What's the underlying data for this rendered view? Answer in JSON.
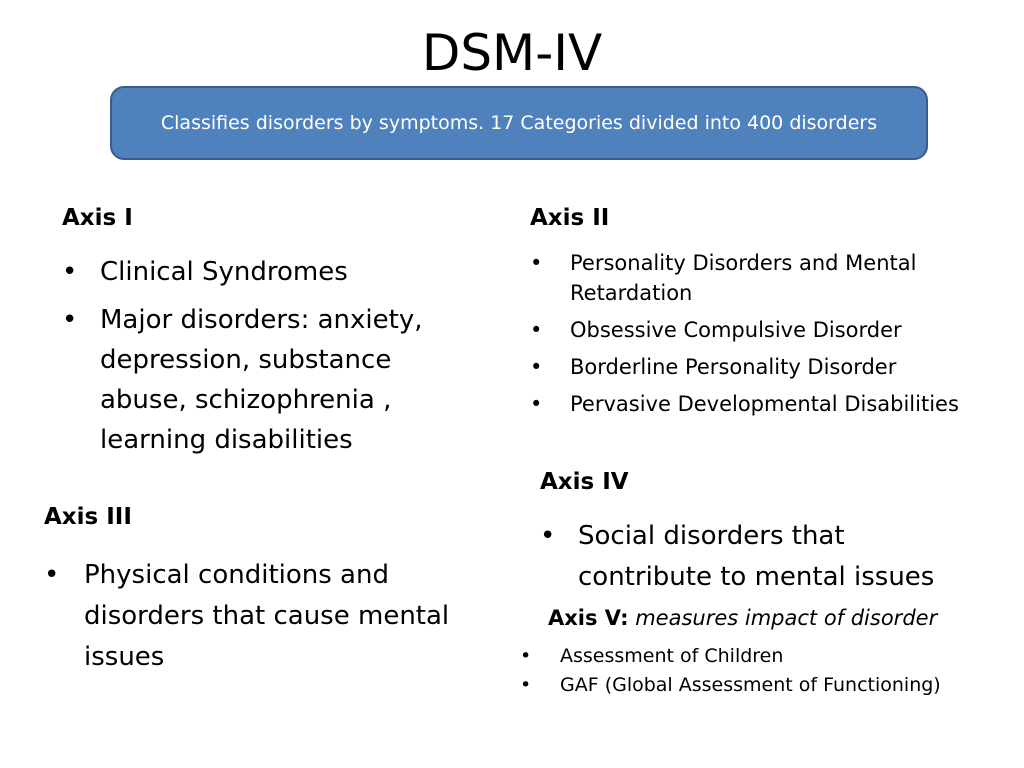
{
  "title": "DSM-IV",
  "banner": "Classifies disorders by symptoms. 17 Categories divided into 400 disorders",
  "bullet_char": "•",
  "axis1": {
    "heading": "Axis I",
    "items": [
      "Clinical Syndromes",
      "Major disorders: anxiety, depression, substance abuse, schizophrenia , learning disabilities"
    ]
  },
  "axis2": {
    "heading": "Axis II",
    "items": [
      "Personality Disorders and Mental Retardation",
      "Obsessive Compulsive Disorder",
      "Borderline Personality Disorder",
      "Pervasive Developmental Disabilities"
    ]
  },
  "axis3": {
    "heading": "Axis III",
    "items": [
      "Physical conditions and disorders that cause mental issues"
    ]
  },
  "axis4": {
    "heading": "Axis IV",
    "items": [
      "Social disorders that contribute to mental issues"
    ]
  },
  "axis5": {
    "heading": "Axis V:",
    "subheading": "measures impact of disorder",
    "items": [
      "Assessment of Children",
      "GAF (Global Assessment of Functioning)"
    ]
  },
  "colors": {
    "banner_fill": "#4f81bd",
    "banner_border": "#385d8a",
    "banner_text": "#ffffff"
  }
}
